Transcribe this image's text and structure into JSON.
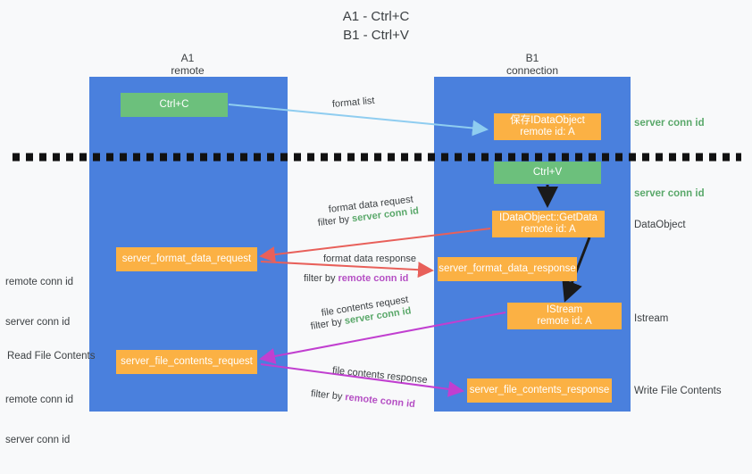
{
  "title": "A1 - Ctrl+C\nB1 - Ctrl+V",
  "lanes": [
    {
      "name": "A1",
      "sub": "remote"
    },
    {
      "name": "B1",
      "sub": "connection"
    }
  ],
  "boxes": {
    "ctrl_c": "Ctrl+C",
    "idataobject_line1": "保存IDataObject",
    "idataobject_line2": "remote id: A",
    "ctrl_v": "Ctrl+V",
    "getdata_line1": "IDataObject::GetData",
    "getdata_line2": "remote id: A",
    "format_data_request": "server_format_data_request",
    "format_data_response": "server_format_data_response",
    "istream_line1": "IStream",
    "istream_line2": "remote id: A",
    "file_contents_request": "server_file_contents_request",
    "file_contents_response": "server_file_contents_response"
  },
  "side_labels": {
    "server_conn_id_top": "server conn id",
    "server_conn_id_mid": "server conn id",
    "dataobject": "DataObject",
    "istream": "Istream",
    "write_file_contents": "Write File Contents",
    "read_file_contents": "Read File Contents",
    "remote_conn_id": "remote conn id",
    "server_conn_id": "server conn id"
  },
  "annotations": {
    "format_list": "format list",
    "format_data_request": "format data request",
    "format_data_request_filter_prefix": "filter by ",
    "format_data_request_filter_value": "server conn id",
    "format_data_response": "format data response",
    "format_data_response_filter_prefix": "filter by ",
    "format_data_response_filter_value": "remote conn id",
    "file_contents_request": "file contents request",
    "file_contents_request_filter_prefix": "filter by ",
    "file_contents_request_filter_value": "server conn id",
    "file_contents_response": "file contents response",
    "file_contents_response_filter_prefix": "filter by ",
    "file_contents_response_filter_value": "remote conn id"
  },
  "colors": {
    "lane": "#4a80dd",
    "green_box": "#6cc07c",
    "orange_box": "#fbb144",
    "red_arrow": "#e8605a",
    "purple_arrow": "#c13fd0",
    "lightblue_arrow": "#8fcdf0",
    "black_arrow": "#1a1a1a",
    "green_text": "#5aa86a",
    "purple_text": "#b54fc4",
    "background": "#f8f9fa"
  }
}
